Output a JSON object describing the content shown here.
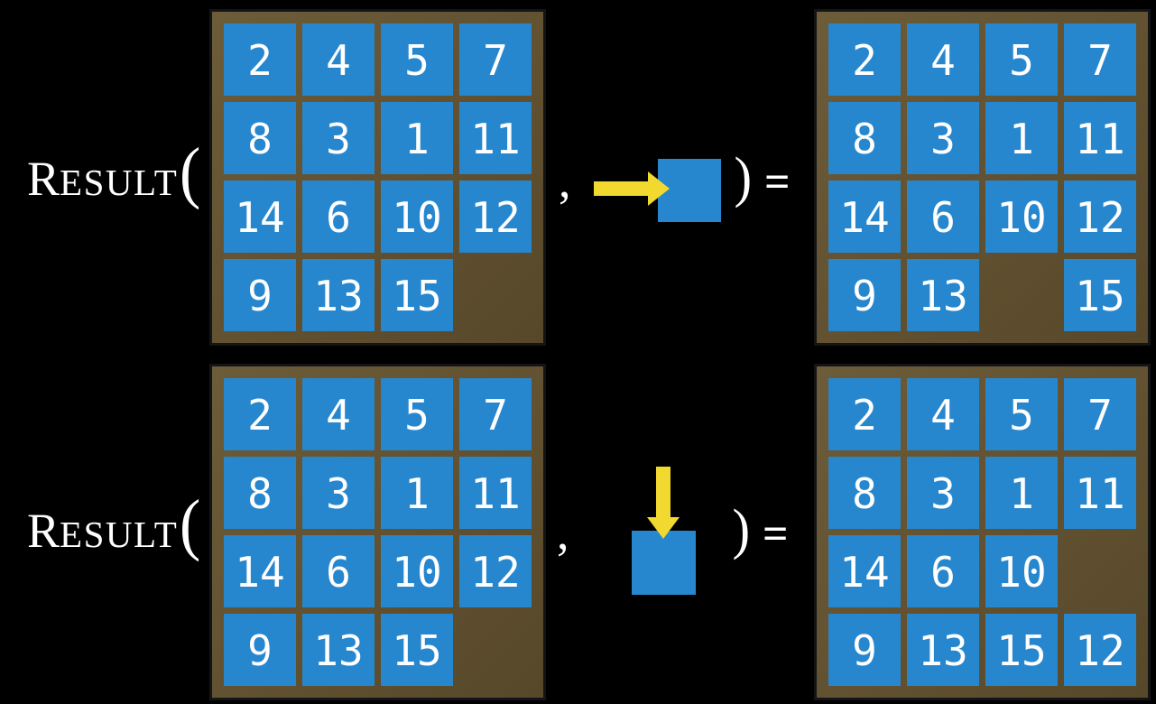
{
  "colors": {
    "background": "#000000",
    "board_light": "#6d5c39",
    "board_dark": "#57482a",
    "tile": "#2787ce",
    "tile_text": "#ffffff",
    "arrow": "#f2d92f",
    "text": "#ffffff"
  },
  "function": {
    "name_cap": "R",
    "name_rest": "ESULT",
    "open_paren": "(",
    "comma": ",",
    "close_paren": ")",
    "equals": "="
  },
  "examples": [
    {
      "action_direction": "right",
      "before": [
        [
          "2",
          "4",
          "5",
          "7"
        ],
        [
          "8",
          "3",
          "1",
          "11"
        ],
        [
          "14",
          "6",
          "10",
          "12"
        ],
        [
          "9",
          "13",
          "15",
          ""
        ]
      ],
      "after": [
        [
          "2",
          "4",
          "5",
          "7"
        ],
        [
          "8",
          "3",
          "1",
          "11"
        ],
        [
          "14",
          "6",
          "10",
          "12"
        ],
        [
          "9",
          "13",
          "",
          "15"
        ]
      ]
    },
    {
      "action_direction": "down",
      "before": [
        [
          "2",
          "4",
          "5",
          "7"
        ],
        [
          "8",
          "3",
          "1",
          "11"
        ],
        [
          "14",
          "6",
          "10",
          "12"
        ],
        [
          "9",
          "13",
          "15",
          ""
        ]
      ],
      "after": [
        [
          "2",
          "4",
          "5",
          "7"
        ],
        [
          "8",
          "3",
          "1",
          "11"
        ],
        [
          "14",
          "6",
          "10",
          ""
        ],
        [
          "9",
          "13",
          "15",
          "12"
        ]
      ]
    }
  ]
}
